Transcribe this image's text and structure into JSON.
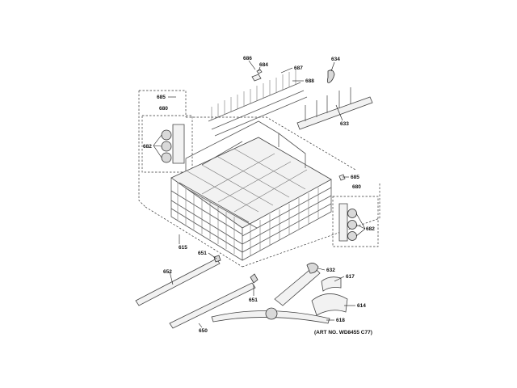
{
  "labels": {
    "p686": "686",
    "p684": "684",
    "p687": "687",
    "p688": "688",
    "p634": "634",
    "p633": "633",
    "p685a": "685",
    "p680a": "680",
    "p682a": "682",
    "p685b": "685",
    "p680b": "680",
    "p682b": "682",
    "p615": "615",
    "p651a": "651",
    "p632": "632",
    "p652": "652",
    "p617": "617",
    "p651b": "651",
    "p614": "614",
    "p618": "618",
    "p650": "650"
  },
  "art_number": "(ART NO. WD8455 C77)"
}
